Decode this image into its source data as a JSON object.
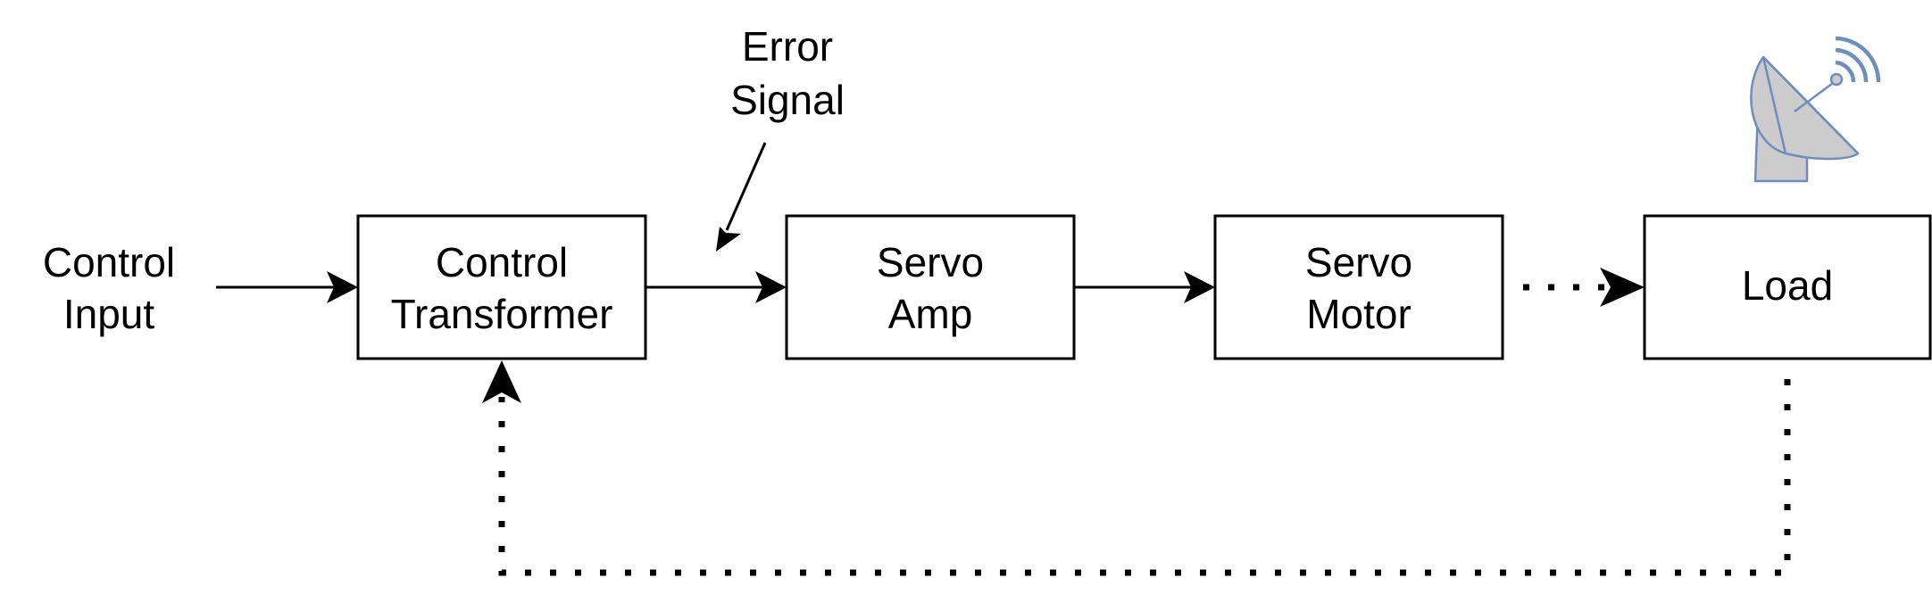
{
  "colors": {
    "stroke": "#000000",
    "icon_fill": "#cccccc",
    "icon_stroke": "#6c8ebf"
  },
  "input": {
    "line1": "Control",
    "line2": "Input"
  },
  "error": {
    "line1": "Error",
    "line2": "Signal"
  },
  "blocks": {
    "control_transformer": {
      "line1": "Control",
      "line2": "Transformer"
    },
    "servo_amp": {
      "line1": "Servo",
      "line2": "Amp"
    },
    "servo_motor": {
      "line1": "Servo",
      "line2": "Motor"
    },
    "load": {
      "label": "Load"
    }
  },
  "icon": {
    "name": "satellite-dish-icon"
  }
}
